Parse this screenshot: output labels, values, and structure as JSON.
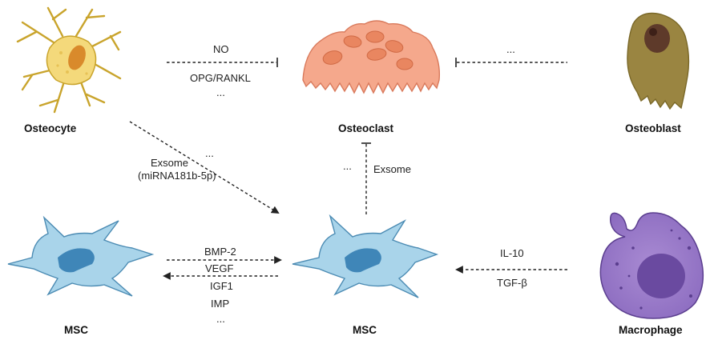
{
  "cells": {
    "osteocyte": "Osteocyte",
    "osteoclast": "Osteoclast",
    "osteoblast": "Osteoblast",
    "msc_left": "MSC",
    "msc_center": "MSC",
    "macrophage": "Macrophage"
  },
  "edges": {
    "osteocyte_osteoclast": {
      "top": "NO",
      "bottom1": "OPG/RANKL",
      "bottom2": "..."
    },
    "osteoblast_osteoclast": {
      "top": "..."
    },
    "osteocyte_msc": {
      "dots": "...",
      "line1": "Exsome",
      "line2": "(miRNA181b-5p)"
    },
    "msc_osteoclast": {
      "dots": "...",
      "label": "Exsome"
    },
    "msc_msc": {
      "l1": "BMP-2",
      "l2": "VEGF",
      "l3": "IGF1",
      "l4": "IMP",
      "l5": "..."
    },
    "macrophage_msc": {
      "top": "IL-10",
      "bottom": "TGF-β"
    }
  }
}
